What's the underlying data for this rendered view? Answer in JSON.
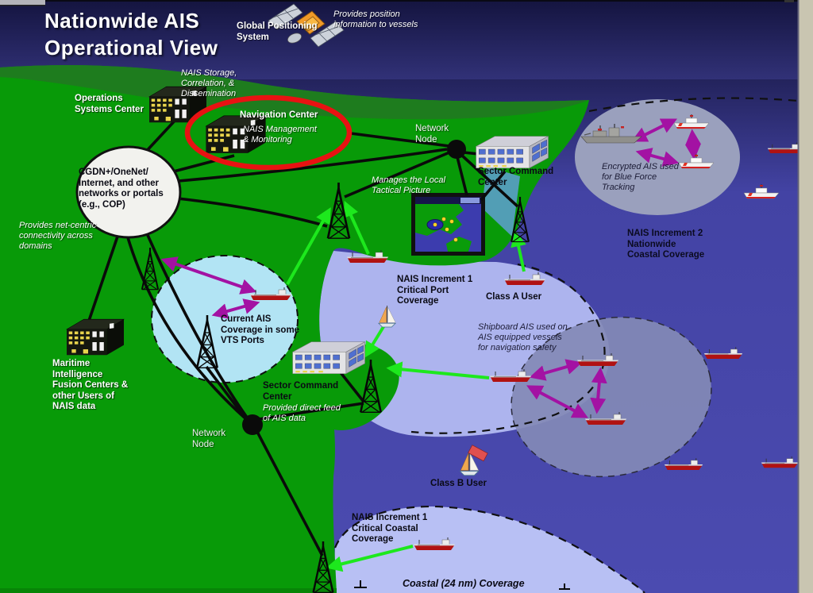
{
  "title": "Nationwide AIS\nOperational View",
  "labels": {
    "gps": "Global Positioning\nSystem",
    "gps_note": "Provides position\ninformation to vessels",
    "osc_note": "NAIS Storage,\nCorrelation, &\nDissemination",
    "osc": "Operations\nSystems Center",
    "navcen": "Navigation Center",
    "navcen_note": "NAIS Management\n& Monitoring",
    "network_node_top": "Network\nNode",
    "scc_top": "Sector Command\nCenter",
    "blueforce_note": "Encrypted AIS used\nfor Blue Force\nTracking",
    "increment2": "NAIS Increment 2\nNationwide\nCoastal Coverage",
    "cloud": "CGDN+/OneNet/\nInternet, and other\nnetworks or portals\n(e.g., COP)",
    "cloud_note": "Provides net-centric\nconnectivity across\ndomains",
    "tactical_note": "Manages the Local\nTactical Picture",
    "increment1_port": "NAIS Increment 1\nCritical Port\nCoverage",
    "class_a": "Class A User",
    "shipboard_note": "Shipboard AIS used on\nAIS equipped  vessels\nfor navigation safety",
    "vts": "Current AIS\nCoverage in some\nVTS Ports",
    "mifc": "Maritime\nIntelligence\nFusion Centers &\nother Users of\nNAIS data",
    "scc_mid": "Sector Command\nCenter",
    "scc_mid_note": "Provided direct feed\nof AIS data",
    "network_node_bottom": "Network\nNode",
    "class_b": "Class B User",
    "increment1_coastal": "NAIS Increment 1\nCritical Coastal\nCoverage",
    "coastal24": "Coastal (24 nm) Coverage"
  },
  "colors": {
    "sky_top": "#14143f",
    "sky_bottom": "#3d3d8e",
    "land": "#089a08",
    "land_dark": "#1e7c1e",
    "ocean": "#4646a8",
    "port_coverage": "#adb4ee",
    "coastal_coverage": "#b8c0f4",
    "vts_coverage": "#b2e4f4",
    "shipboard_zone": "#838ab6",
    "blueforce_zone": "#9aa0bd",
    "highlight_oval": "#e81212",
    "green_link": "#1de81d",
    "purple_link": "#a312a3",
    "frame": "#c9c5b1"
  },
  "icons": {
    "satellite": "gps-satellite-icon",
    "tower": "radio-tower-icon",
    "tanker": "cargo-ship-icon",
    "cutter": "coastguard-cutter-icon",
    "warship": "warship-icon",
    "sailboat": "sailboat-icon",
    "building_dark": "government-building-icon",
    "building_light": "command-center-building-icon",
    "display": "tactical-display-screen",
    "node": "network-node-dot"
  }
}
